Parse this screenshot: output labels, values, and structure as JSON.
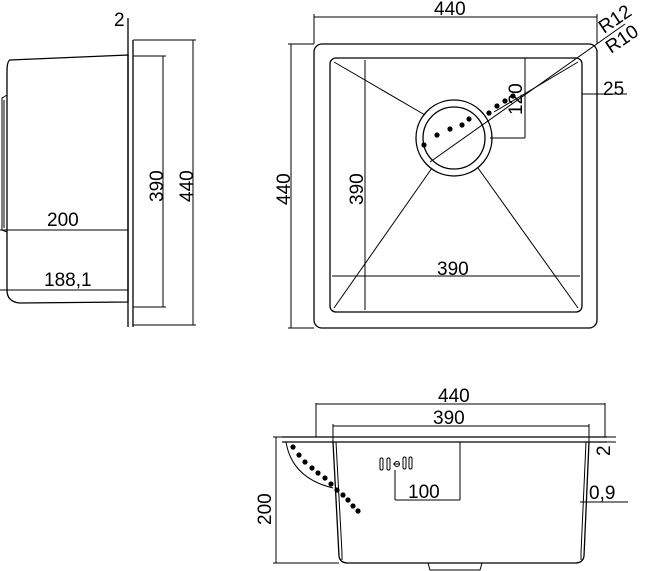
{
  "dimensions": {
    "side_view": {
      "thickness": "2",
      "bowl_height": "390",
      "total_height": "440",
      "depth": "200",
      "depth_inner": "188,1"
    },
    "top_view": {
      "width": "440",
      "height": "440",
      "radius_outer": "R12",
      "radius_inner": "R10",
      "flange": "25",
      "drain_offset": "120",
      "bowl_height": "390",
      "bowl_width": "390"
    },
    "front_view": {
      "total_width": "440",
      "bowl_width": "390",
      "thickness": "2",
      "drain_offset": "100",
      "depth": "200",
      "wall": "0,9"
    }
  }
}
